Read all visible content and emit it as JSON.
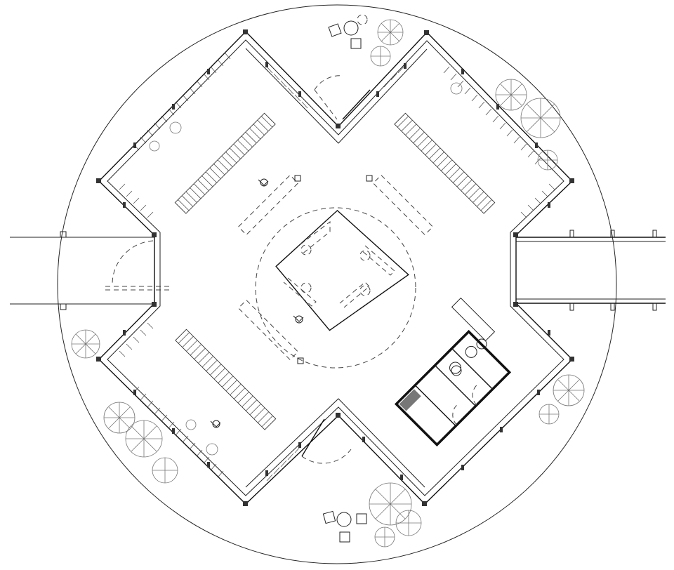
{
  "plan": {
    "caption": "",
    "colors": {
      "ink": "#111111",
      "paper": "#ffffff",
      "poche": "#555555"
    },
    "elements": [
      "site-circle",
      "star-shaped-pavilion",
      "central-square-core",
      "circulation-ring",
      "book-shelf-rows",
      "reading-desks",
      "west-entrance-bridge",
      "east-entrance-bridge",
      "restroom-block",
      "outdoor-seating-north",
      "outdoor-seating-south",
      "trees"
    ]
  }
}
